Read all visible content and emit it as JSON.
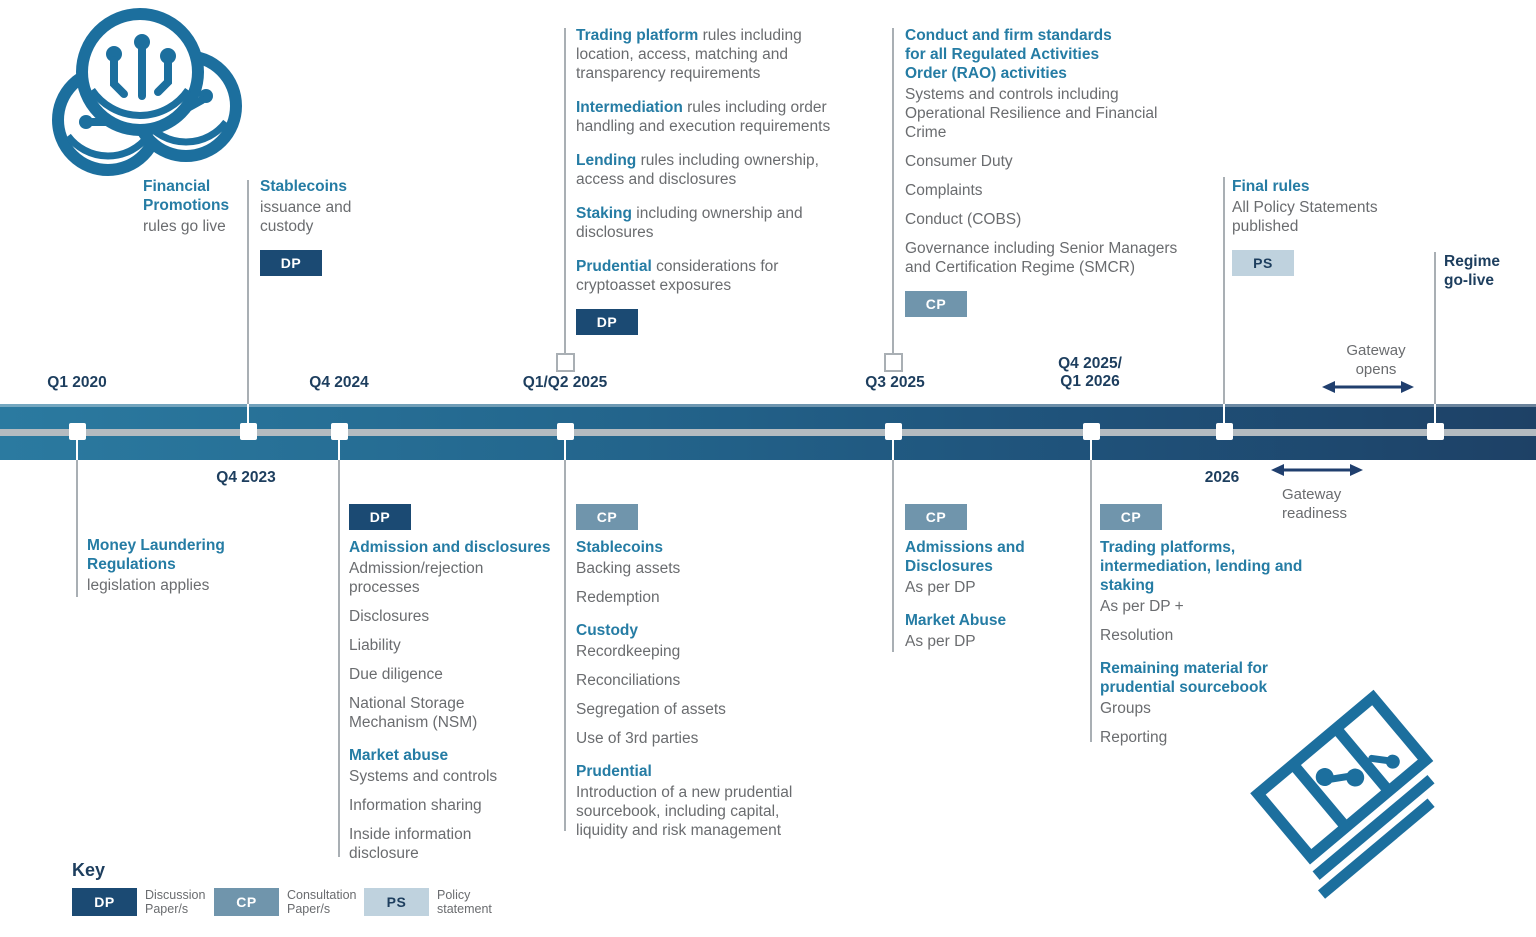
{
  "colors": {
    "teal_heading": "#257ca4",
    "navy_text": "#1d3e5e",
    "gray_text": "#6a6c6f",
    "dp_badge": "#1b4a73",
    "cp_badge": "#7095ac",
    "ps_badge": "#bfd2de",
    "bar_left": "#2b7aa0",
    "bar_right": "#1e4166",
    "connector_gray": "#a9afb4",
    "icon_teal": "#1c6f9e"
  },
  "timeline": {
    "labels_above": [
      "Q1 2020",
      "Q4 2024",
      "Q1/Q2 2025",
      "Q3 2025",
      "Q4 2025/\nQ1 2026"
    ],
    "labels_below": [
      "Q4 2023",
      "2026"
    ]
  },
  "gateway": {
    "opens": "Gateway\nopens",
    "readiness": "Gateway\nreadiness"
  },
  "blocks": {
    "fin_prom": {
      "items": [
        {
          "t": "h",
          "text": "Financial\nPromotions"
        },
        {
          "t": "p",
          "text": "rules go live"
        }
      ]
    },
    "stablecoins_dp": {
      "items": [
        {
          "t": "h",
          "text": "Stablecoins"
        },
        {
          "t": "p",
          "text": "issuance and\ncustody"
        },
        {
          "t": "badge",
          "s": "dp",
          "label": "DP"
        }
      ]
    },
    "trading_dp": {
      "items": [
        {
          "t": "hp",
          "lead": "Trading platform",
          "rest": " rules including\nlocation, access, matching and\ntransparency requirements"
        },
        {
          "t": "hp",
          "lead": "Intermediation",
          "rest": " rules including order\nhandling and execution requirements"
        },
        {
          "t": "hp",
          "lead": "Lending",
          "rest": " rules including ownership,\naccess and disclosures"
        },
        {
          "t": "hp",
          "lead": "Staking",
          "rest": " including ownership and\ndisclosures"
        },
        {
          "t": "hp",
          "lead": "Prudential",
          "rest": " considerations for\ncryptoasset exposures"
        },
        {
          "t": "badge",
          "s": "dp",
          "label": "DP"
        }
      ]
    },
    "conduct_cp": {
      "items": [
        {
          "t": "h",
          "text": "Conduct and firm standards\nfor all Regulated Activities\nOrder (RAO) activities"
        },
        {
          "t": "p",
          "text": "Systems and controls including\nOperational Resilience and Financial\nCrime"
        },
        {
          "t": "p",
          "text": "Consumer Duty"
        },
        {
          "t": "p",
          "text": "Complaints"
        },
        {
          "t": "p",
          "text": "Conduct (COBS)"
        },
        {
          "t": "p",
          "text": "Governance including Senior Managers\nand Certification Regime (SMCR)"
        },
        {
          "t": "badge",
          "s": "cp",
          "label": "CP"
        }
      ]
    },
    "final_rules": {
      "items": [
        {
          "t": "h",
          "text": "Final rules"
        },
        {
          "t": "p",
          "text": "All Policy Statements\npublished"
        },
        {
          "t": "badge",
          "s": "ps",
          "label": "PS"
        }
      ]
    },
    "regime": {
      "items": [
        {
          "t": "hn",
          "text": "Regime\ngo-live"
        }
      ]
    },
    "mlr": {
      "items": [
        {
          "t": "h",
          "text": "Money Laundering\nRegulations"
        },
        {
          "t": "p",
          "text": "legislation applies"
        }
      ]
    },
    "admission_dp": {
      "items": [
        {
          "t": "badge",
          "s": "dp",
          "label": "DP"
        },
        {
          "t": "h",
          "text": "Admission and disclosures"
        },
        {
          "t": "p",
          "text": "Admission/rejection\nprocesses"
        },
        {
          "t": "p",
          "text": "Disclosures"
        },
        {
          "t": "p",
          "text": "Liability"
        },
        {
          "t": "p",
          "text": "Due diligence"
        },
        {
          "t": "p",
          "text": "National Storage\nMechanism (NSM)"
        },
        {
          "t": "h",
          "text": "Market abuse"
        },
        {
          "t": "p",
          "text": "Systems and controls"
        },
        {
          "t": "p",
          "text": "Information sharing"
        },
        {
          "t": "p",
          "text": "Inside information\ndisclosure"
        }
      ]
    },
    "stablecoins_cp": {
      "items": [
        {
          "t": "badge",
          "s": "cp",
          "label": "CP"
        },
        {
          "t": "h",
          "text": "Stablecoins"
        },
        {
          "t": "p",
          "text": "Backing assets"
        },
        {
          "t": "p",
          "text": "Redemption"
        },
        {
          "t": "h",
          "text": "Custody"
        },
        {
          "t": "p",
          "text": "Recordkeeping"
        },
        {
          "t": "p",
          "text": "Reconciliations"
        },
        {
          "t": "p",
          "text": "Segregation of assets"
        },
        {
          "t": "p",
          "text": "Use of 3rd parties"
        },
        {
          "t": "h",
          "text": "Prudential"
        },
        {
          "t": "p",
          "text": "Introduction of a new prudential\nsourcebook, including capital,\nliquidity and risk management"
        }
      ]
    },
    "admissions_cp": {
      "items": [
        {
          "t": "badge",
          "s": "cp",
          "label": "CP"
        },
        {
          "t": "h",
          "text": "Admissions and\nDisclosures"
        },
        {
          "t": "p",
          "text": "As per DP"
        },
        {
          "t": "h",
          "text": "Market Abuse"
        },
        {
          "t": "p",
          "text": "As per DP"
        }
      ]
    },
    "trading_cp": {
      "items": [
        {
          "t": "badge",
          "s": "cp",
          "label": "CP"
        },
        {
          "t": "h",
          "text": "Trading platforms,\nintermediation, lending and\nstaking"
        },
        {
          "t": "p",
          "text": "As per DP +"
        },
        {
          "t": "p",
          "text": "Resolution"
        },
        {
          "t": "h",
          "text": "Remaining material for\nprudential sourcebook"
        },
        {
          "t": "p",
          "text": "Groups"
        },
        {
          "t": "p",
          "text": "Reporting"
        }
      ]
    }
  },
  "key": {
    "title": "Key",
    "entries": [
      {
        "badge": "DP",
        "style": "dp",
        "label": "Discussion\nPaper/s"
      },
      {
        "badge": "CP",
        "style": "cp",
        "label": "Consultation\nPaper/s"
      },
      {
        "badge": "PS",
        "style": "ps",
        "label": "Policy\nstatement"
      }
    ]
  },
  "icons": [
    "crypto-coins-icon",
    "banknotes-icon"
  ]
}
